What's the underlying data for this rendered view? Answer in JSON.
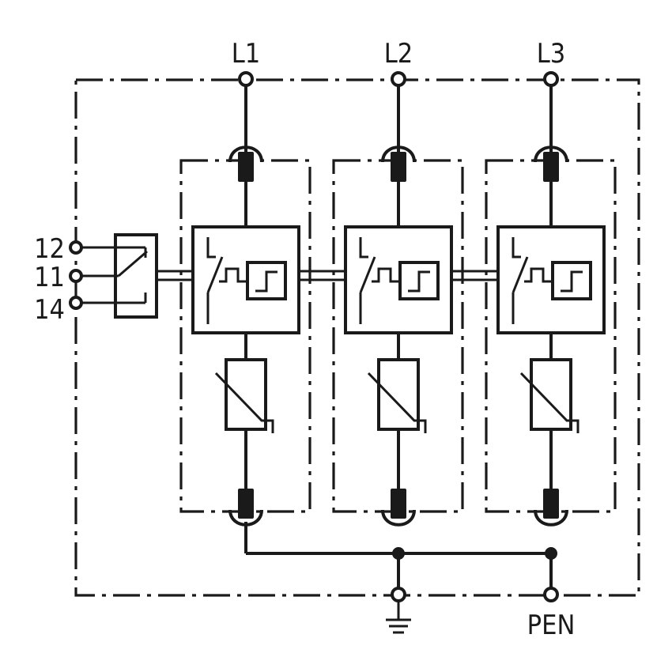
{
  "phase_terminals": [
    "L1",
    "L2",
    "L3"
  ],
  "contact_terminals": [
    "12",
    "11",
    "14"
  ],
  "bottom_terminals": {
    "earth_icon": "earth-ground-icon",
    "pen_label": "PEN"
  },
  "modules": [
    {
      "phase": "L1"
    },
    {
      "phase": "L2"
    },
    {
      "phase": "L3"
    }
  ]
}
